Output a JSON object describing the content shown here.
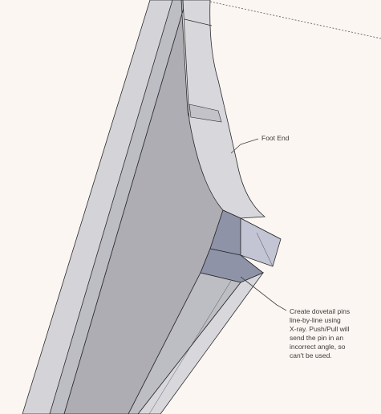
{
  "canvas": {
    "background_color": "#fcf6f2"
  },
  "model": {
    "face_colors": {
      "outer_face": "#d4d4d8",
      "bevel_face": "#bdbdc4",
      "curved_end_face": "#d8d8dc",
      "inner_face": "#adadb3",
      "pin_light": "#c3c5d4",
      "pin_dark": "#8f93a8",
      "edge": "#2a2a2e"
    }
  },
  "annotations": {
    "foot_end_label": "Foot End",
    "dovetail_note": [
      "Create dovetail pins",
      "line-by-line using",
      "X-ray. Push/Pull will",
      "send the pin in an",
      "incorrect angle, so",
      "can't be used."
    ]
  }
}
